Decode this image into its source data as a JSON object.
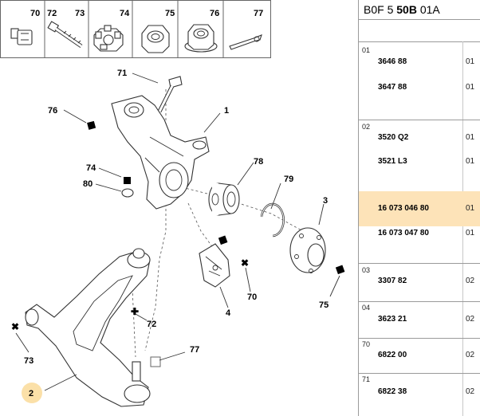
{
  "header": {
    "prefix": "B0F 5 ",
    "bold": "50B",
    "suffix": " 01A"
  },
  "thumbnails": [
    {
      "num": "70",
      "icon": "bolt-icon"
    },
    {
      "num": "72",
      "icon": "long-bolt-icon"
    },
    {
      "num": "73",
      "icon": "lock-nut-icon"
    },
    {
      "num": "74",
      "icon": "castle-nut-icon"
    },
    {
      "num": "75",
      "icon": "hex-nut-icon"
    },
    {
      "num": "76",
      "icon": "flange-nut-icon"
    },
    {
      "num": "77",
      "icon": "split-pin-icon"
    }
  ],
  "callouts": {
    "c71": "71",
    "c76": "76",
    "c1": "1",
    "c74": "74",
    "c80": "80",
    "c78": "78",
    "c79": "79",
    "c3": "3",
    "c72": "72",
    "c70": "70",
    "c4": "4",
    "c75": "75",
    "c73": "73",
    "c77": "77",
    "c2": "2"
  },
  "parts": [
    {
      "group": "01",
      "ref": "3646 88",
      "qty": "01"
    },
    {
      "group": "",
      "ref": "3647 88",
      "qty": "01"
    },
    {
      "group": "02",
      "ref": "3520 Q2",
      "qty": "01"
    },
    {
      "group": "",
      "ref": "3521 L3",
      "qty": "01"
    },
    {
      "group": "",
      "ref": "16 073 046 80",
      "qty": "01",
      "highlighted": true
    },
    {
      "group": "",
      "ref": "16 073 047 80",
      "qty": "01"
    },
    {
      "group": "03",
      "ref": "3307 82",
      "qty": "02"
    },
    {
      "group": "04",
      "ref": "3623 21",
      "qty": "02"
    },
    {
      "group": "70",
      "ref": "6822 00",
      "qty": "02"
    },
    {
      "group": "71",
      "ref": "6822 38",
      "qty": "02"
    }
  ],
  "colors": {
    "highlight": "#fde3b8",
    "callout_circle": "#fbe0a8",
    "divider": "#9a9a9a"
  }
}
